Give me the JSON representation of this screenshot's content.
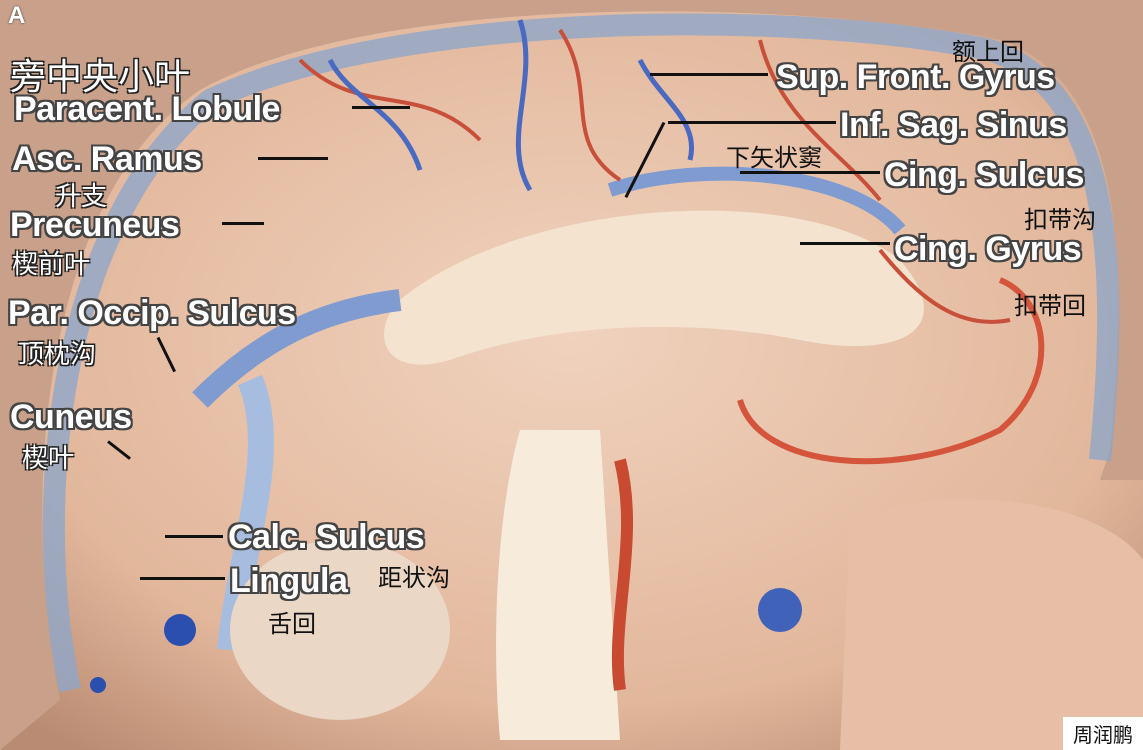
{
  "panel_letter": "A",
  "labels": {
    "paracent_zh": "旁中央小叶",
    "paracent_en": "Paracent. Lobule",
    "asc_ramus_en": "Asc. Ramus",
    "asc_ramus_zh": "升支",
    "precuneus_en": "Precuneus",
    "precuneus_zh": "楔前叶",
    "par_occip_en": "Par. Occip. Sulcus",
    "par_occip_zh": "顶枕沟",
    "cuneus_en": "Cuneus",
    "cuneus_zh": "楔叶",
    "calc_en": "Calc. Sulcus",
    "calc_zh": "距状沟",
    "lingula_en": "Lingula",
    "lingula_zh": "舌回",
    "sup_front_zh": "额上回",
    "sup_front_en": "Sup. Front. Gyrus",
    "inf_sag_en": "Inf. Sag. Sinus",
    "inf_sag_zh": "下矢状窦",
    "cing_sulcus_en": "Cing. Sulcus",
    "cing_sulcus_zh": "扣带沟",
    "cing_gyrus_en": "Cing. Gyrus",
    "cing_gyrus_zh": "扣带回"
  },
  "credit": "周润鹏"
}
